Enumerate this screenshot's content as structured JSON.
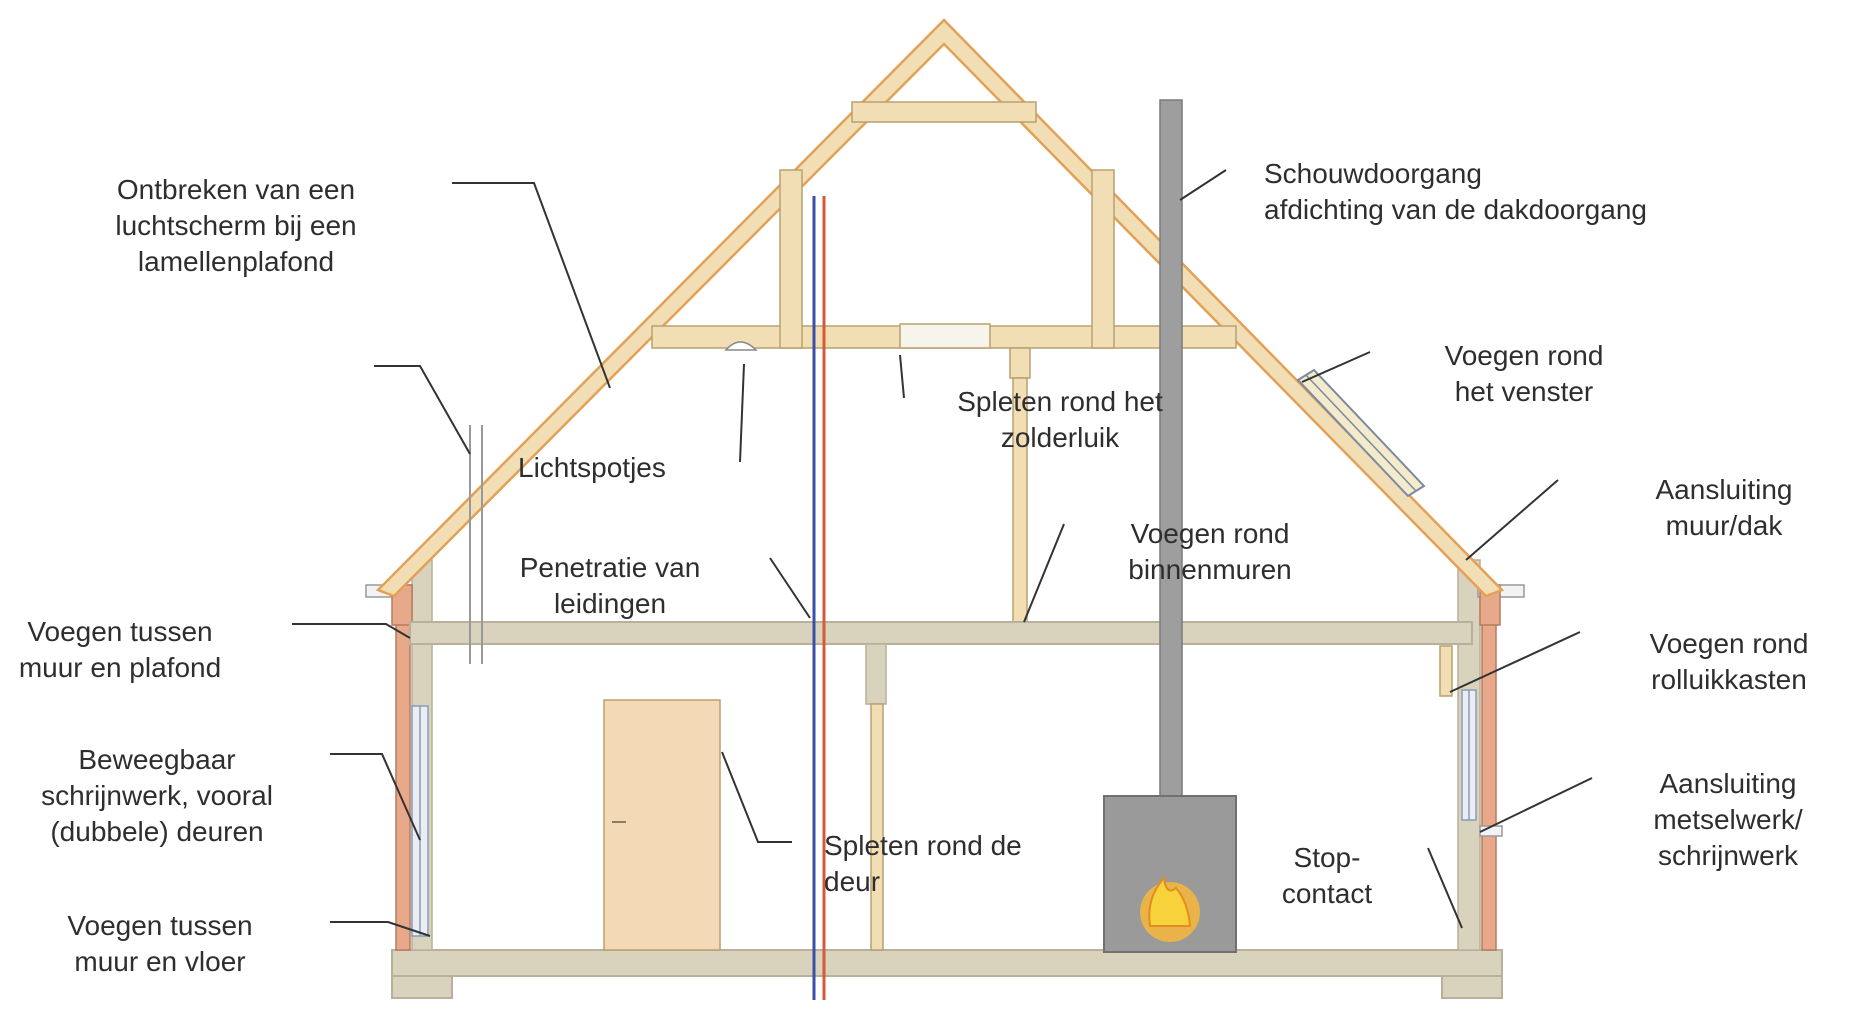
{
  "labels": {
    "lamellen": [
      "Ontbreken van een",
      "luchtscherm bij een",
      "lamellenplafond"
    ],
    "schouw": [
      "Schouwdoorgang",
      "afdichting van de dakdoorgang"
    ],
    "venster": [
      "Voegen rond",
      "het venster"
    ],
    "zolderluik": [
      "Spleten rond het",
      "zolderluik"
    ],
    "lichtspotjes": [
      "Lichtspotjes"
    ],
    "aansluiting_muur_dak": [
      "Aansluiting",
      "muur/dak"
    ],
    "penetratie": [
      "Penetratie van",
      "leidingen"
    ],
    "binnenmuren": [
      "Voegen rond",
      "binnenmuren"
    ],
    "muur_plafond": [
      "Voegen tussen",
      "muur en plafond"
    ],
    "rolluikkasten": [
      "Voegen rond",
      "rolluikkasten"
    ],
    "schrijnwerk": [
      "Beweegbaar",
      "schrijnwerk, vooral",
      "(dubbele) deuren"
    ],
    "metselwerk": [
      "Aansluiting",
      "metselwerk/",
      "schrijnwerk"
    ],
    "deur": [
      "Spleten rond de",
      "deur"
    ],
    "stopcontact": [
      "Stop-",
      "contact"
    ],
    "muur_vloer": [
      "Voegen tussen",
      "muur en vloer"
    ]
  },
  "colors": {
    "timber": "#f2deb4",
    "timber_edge": "#b9a06f",
    "roof_edge": "#e3a157",
    "concrete": "#d9d3bd",
    "brick": "#e8a98b",
    "chimney": "#9e9e9e",
    "stove": "#9a9a9a",
    "door": "#f3d9b5",
    "pipe_blue": "#3c4fa8",
    "pipe_red": "#d55a3a",
    "leader": "#333333"
  }
}
